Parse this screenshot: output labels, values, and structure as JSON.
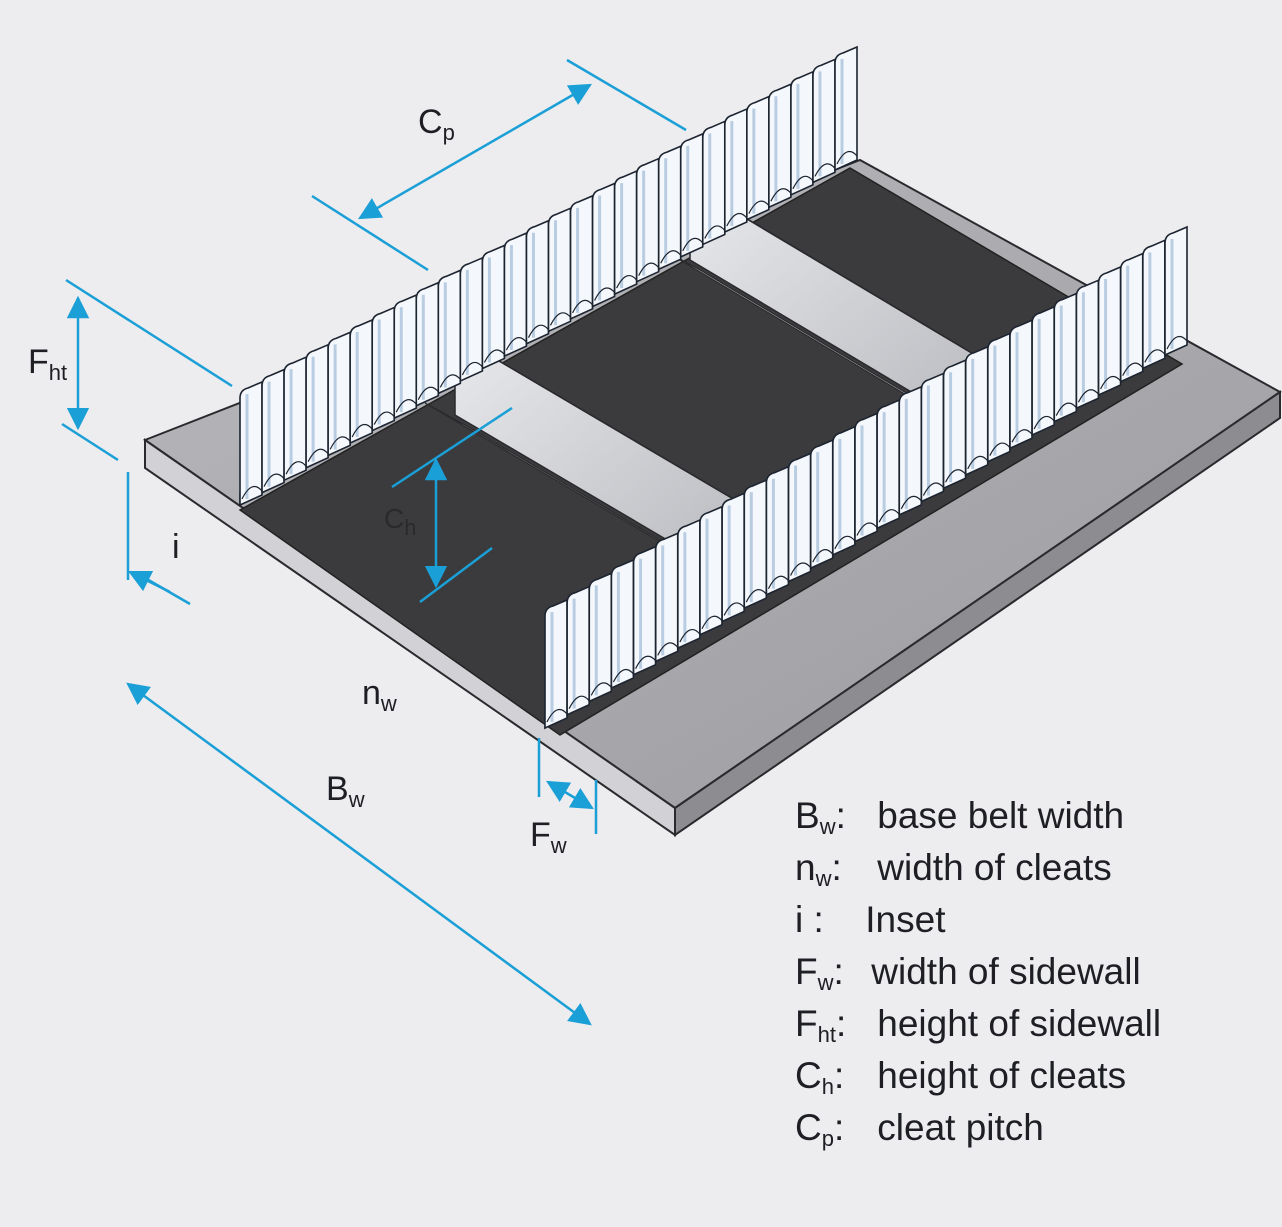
{
  "labels": {
    "cp": {
      "main": "C",
      "sub": "p"
    },
    "fht": {
      "main": "F",
      "sub": "ht"
    },
    "i": {
      "main": "i",
      "sub": ""
    },
    "ch": {
      "main": "C",
      "sub": "h"
    },
    "nw": {
      "main": "n",
      "sub": "w"
    },
    "bw": {
      "main": "B",
      "sub": "w"
    },
    "fw": {
      "main": "F",
      "sub": "w"
    }
  },
  "legend": [
    {
      "main": "B",
      "sub": "w",
      "sep": ":",
      "text": "base belt width"
    },
    {
      "main": "n",
      "sub": "w",
      "sep": ":",
      "text": "width of cleats"
    },
    {
      "main": "i",
      "sub": "",
      "sep": ":",
      "text": "Inset"
    },
    {
      "main": "F",
      "sub": "w",
      "sep": ":",
      "text": "width of sidewall"
    },
    {
      "main": "F",
      "sub": "ht",
      "sep": ":",
      "text": "height of sidewall"
    },
    {
      "main": "C",
      "sub": "h",
      "sep": ":",
      "text": "height of cleats"
    },
    {
      "main": "C",
      "sub": "p",
      "sep": ":",
      "text": "cleat pitch"
    }
  ],
  "colors": {
    "background": "#edecef",
    "belt_top": "#3b3b3e",
    "belt_edge": "#b7b7bb",
    "plate_top": "#a9a9ad",
    "sidewall": "#f4f7fb",
    "sidewall_shadow": "#c9d7e6",
    "cleat_face": "#dcdde1",
    "cleat_top": "#f6f6f8",
    "dimension": "#1a9fd6",
    "text": "#1d1f24"
  }
}
